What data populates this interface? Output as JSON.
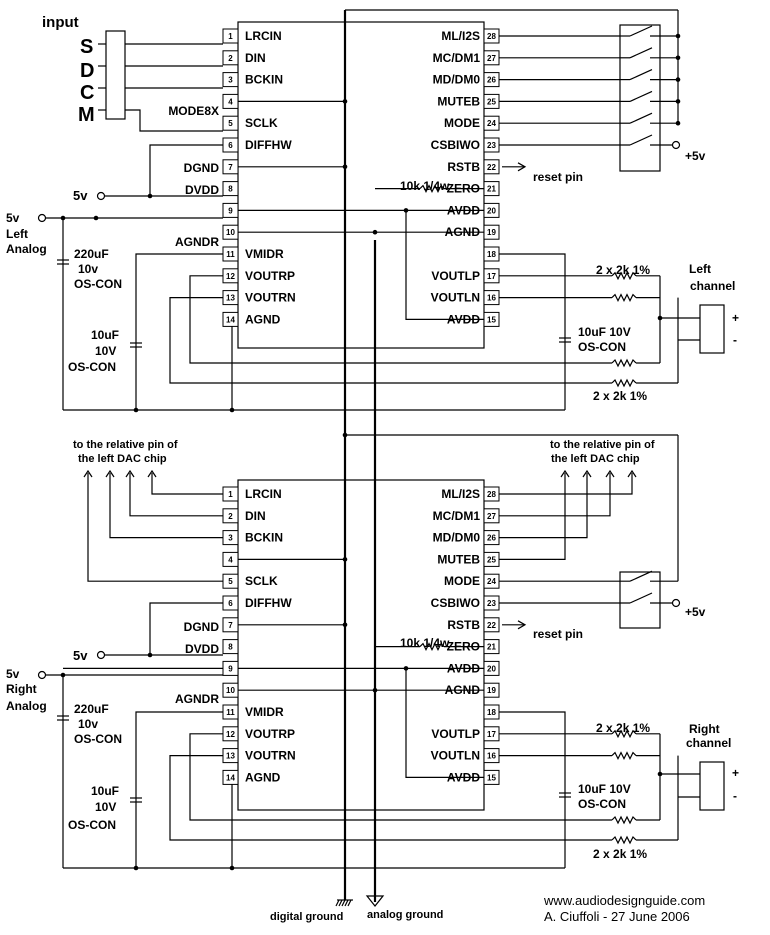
{
  "input": {
    "title": "input",
    "letters": [
      "S",
      "D",
      "C",
      "M"
    ]
  },
  "chip_left_pins": [
    {
      "num": "1",
      "name": "LRCIN"
    },
    {
      "num": "2",
      "name": "DIN"
    },
    {
      "num": "3",
      "name": "BCKIN"
    },
    {
      "num": "4",
      "name": ""
    },
    {
      "num": "5",
      "name": "SCLK"
    },
    {
      "num": "6",
      "name": "DIFFHW"
    },
    {
      "num": "7",
      "name": ""
    },
    {
      "num": "8",
      "name": ""
    },
    {
      "num": "9",
      "name": ""
    },
    {
      "num": "10",
      "name": ""
    },
    {
      "num": "11",
      "name": "VMIDR"
    },
    {
      "num": "12",
      "name": "VOUTRP"
    },
    {
      "num": "13",
      "name": "VOUTRN"
    },
    {
      "num": "14",
      "name": "AGND"
    }
  ],
  "chip_right_pins": [
    {
      "num": "28",
      "name": "ML/I2S"
    },
    {
      "num": "27",
      "name": "MC/DM1"
    },
    {
      "num": "26",
      "name": "MD/DM0"
    },
    {
      "num": "25",
      "name": "MUTEB"
    },
    {
      "num": "24",
      "name": "MODE"
    },
    {
      "num": "23",
      "name": "CSBIWO"
    },
    {
      "num": "22",
      "name": "RSTB"
    },
    {
      "num": "21",
      "name": "ZERO"
    },
    {
      "num": "20",
      "name": "AVDD"
    },
    {
      "num": "19",
      "name": "AGND"
    },
    {
      "num": "18",
      "name": ""
    },
    {
      "num": "17",
      "name": "VOUTLP"
    },
    {
      "num": "16",
      "name": "VOUTLN"
    },
    {
      "num": "15",
      "name": "AVDD"
    }
  ],
  "left_ext": {
    "mode8x": "MODE8X",
    "dgnd": "DGND",
    "dvdd": "DVDD",
    "agndr": "AGNDR"
  },
  "supply": {
    "v5": "5v",
    "v5_cap": "5V",
    "left_analog": [
      "Left",
      "Analog"
    ],
    "right_analog": [
      "Right",
      "Analog"
    ],
    "plus5v": "+5v"
  },
  "caps": {
    "c220": [
      "220uF",
      "10v",
      "OS-CON"
    ],
    "c10": [
      "10uF",
      "10V",
      "OS-CON"
    ],
    "c10r": [
      "10uF 10V",
      "OS-CON"
    ]
  },
  "res": {
    "r10k": "10k 1/4w",
    "r2k": "2 x 2k 1%"
  },
  "reset": "reset pin",
  "channels": {
    "left": [
      "Left",
      "channel"
    ],
    "right": [
      "Right",
      "channel"
    ]
  },
  "relative": [
    "to the relative pin of",
    "the left DAC chip"
  ],
  "grounds": {
    "digital": "digital ground",
    "analog": "analog ground"
  },
  "footer": {
    "site": "www.audiodesignguide.com",
    "author": "A. Ciuffoli - 27 June 2006"
  },
  "plus_minus": {
    "plus": "+",
    "minus": "-"
  }
}
